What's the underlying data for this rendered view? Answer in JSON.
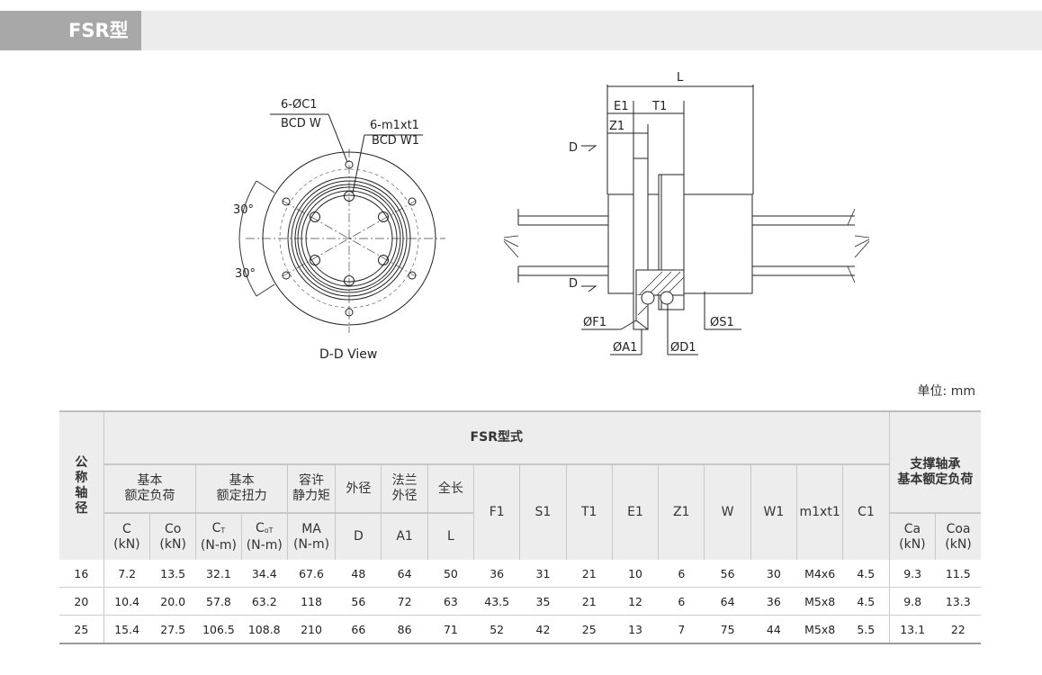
{
  "header": {
    "title": "FSR型"
  },
  "left_view": {
    "hole_label_a": "6-ØC1",
    "hole_label_b": "BCD W",
    "tap_label_a": "6-m1xt1",
    "tap_label_b": "BCD W1",
    "angle_top": "30°",
    "angle_bottom": "30°",
    "caption": "D-D View"
  },
  "right_view": {
    "L": "L",
    "E1": "E1",
    "T1": "T1",
    "Z1": "Z1",
    "D_top": "D",
    "D_bottom": "D",
    "F1": "ØF1",
    "S1": "ØS1",
    "A1": "ØA1",
    "D1": "ØD1"
  },
  "unit": "单位: mm",
  "table": {
    "nominal_header": [
      "公",
      "称",
      "轴",
      "径"
    ],
    "model_header": "FSR型式",
    "support_header": [
      "支撑轴承",
      "基本额定负荷"
    ],
    "group_load": [
      "基本",
      "额定负荷"
    ],
    "group_torque": [
      "基本",
      "额定扭力"
    ],
    "group_static": [
      "容许",
      "静力矩"
    ],
    "group_od": "外径",
    "group_flange": [
      "法兰",
      "外径"
    ],
    "group_length": "全长",
    "col_F1": "F1",
    "col_S1": "S1",
    "col_T1": "T1",
    "col_E1": "E1",
    "col_Z1": "Z1",
    "col_W": "W",
    "col_W1": "W1",
    "col_m1xt1": "m1xt1",
    "col_C1": "C1",
    "sub_C": [
      "C",
      "(kN)"
    ],
    "sub_Co": [
      "Co",
      "(kN)"
    ],
    "sub_CT": [
      "C",
      "T",
      "(N-m)"
    ],
    "sub_CoT": [
      "C",
      "oT",
      "(N-m)"
    ],
    "sub_MA": [
      "MA",
      "(N-m)"
    ],
    "sub_D": "D",
    "sub_A1": "A1",
    "sub_L": "L",
    "sub_Ca": [
      "Ca",
      "(kN)"
    ],
    "sub_Coa": [
      "Coa",
      "(kN)"
    ],
    "rows": [
      [
        "16",
        "7.2",
        "13.5",
        "32.1",
        "34.4",
        "67.6",
        "48",
        "64",
        "50",
        "36",
        "31",
        "21",
        "10",
        "6",
        "56",
        "30",
        "M4x6",
        "4.5",
        "9.3",
        "11.5"
      ],
      [
        "20",
        "10.4",
        "20.0",
        "57.8",
        "63.2",
        "118",
        "56",
        "72",
        "63",
        "43.5",
        "35",
        "21",
        "12",
        "6",
        "64",
        "36",
        "M5x8",
        "4.5",
        "9.8",
        "13.3"
      ],
      [
        "25",
        "15.4",
        "27.5",
        "106.5",
        "108.8",
        "210",
        "66",
        "86",
        "71",
        "52",
        "42",
        "25",
        "13",
        "7",
        "75",
        "44",
        "M5x8",
        "5.5",
        "13.1",
        "22"
      ]
    ]
  }
}
